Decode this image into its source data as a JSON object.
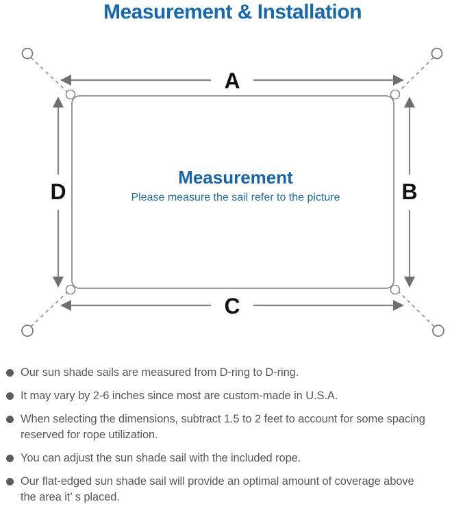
{
  "title": "Measurement & Installation",
  "diagram": {
    "labels": {
      "top": "A",
      "right": "B",
      "bottom": "C",
      "left": "D"
    },
    "center_title": "Measurement",
    "center_subtitle": "Please measure the sail refer to the picture"
  },
  "colors": {
    "accent_blue": "#1569b3",
    "center_blue": "#1565ae",
    "line_gray": "#8c8c8c",
    "arrow_gray": "#6f6f6f",
    "text_gray": "#575757"
  },
  "bullets": [
    "Our sun shade sails are measured from D-ring to D-ring.",
    "It may vary by 2-6 inches since most are custom-made in U.S.A.",
    "When selecting the dimensions, subtract 1.5 to 2 feet to account for some spacing\nreserved for rope utilization.",
    "You can adjust the sun shade sail with the included rope.",
    "Our flat-edged sun shade sail will provide an optimal amount of coverage above\nthe area it’ s placed."
  ]
}
